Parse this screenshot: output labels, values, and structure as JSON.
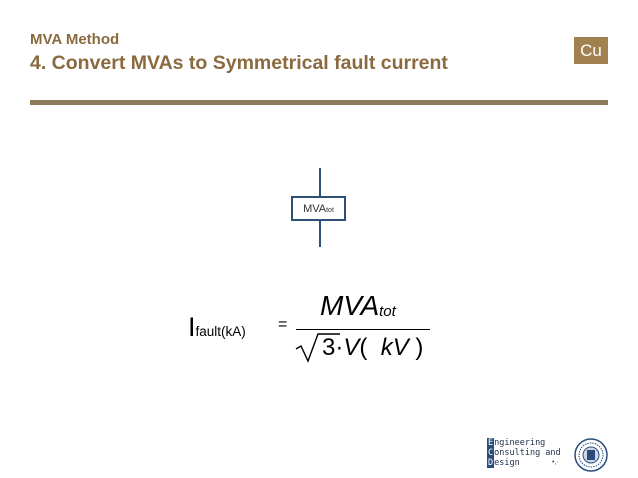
{
  "header": {
    "subtitle": "MVA Method",
    "title": "4. Convert MVAs to Symmetrical fault current",
    "logo_text": "Cu",
    "accent_color": "#8a6a3e",
    "logo_bg": "#a1814f"
  },
  "diagram": {
    "box_label": "MVA",
    "box_label_sub": "tot",
    "line_color": "#2d4f77"
  },
  "formula": {
    "lhs_main": "I",
    "lhs_sub": "fault(kA)",
    "equals": "=",
    "numerator_main": "MVA",
    "numerator_sub": "tot",
    "den_root": "3",
    "den_dot": "·",
    "den_var": "V",
    "den_paren_open": "(",
    "den_unit": "kV",
    "den_paren_close": ")"
  },
  "footer": {
    "ecd_line1_cap": "E",
    "ecd_line1_rest": "ngineering",
    "ecd_line2_cap": "C",
    "ecd_line2_rest": "onsulting and",
    "ecd_line3_cap": "D",
    "ecd_line3_rest": "esign",
    "dots": "•,·",
    "seal_icon": "seal-icon"
  }
}
